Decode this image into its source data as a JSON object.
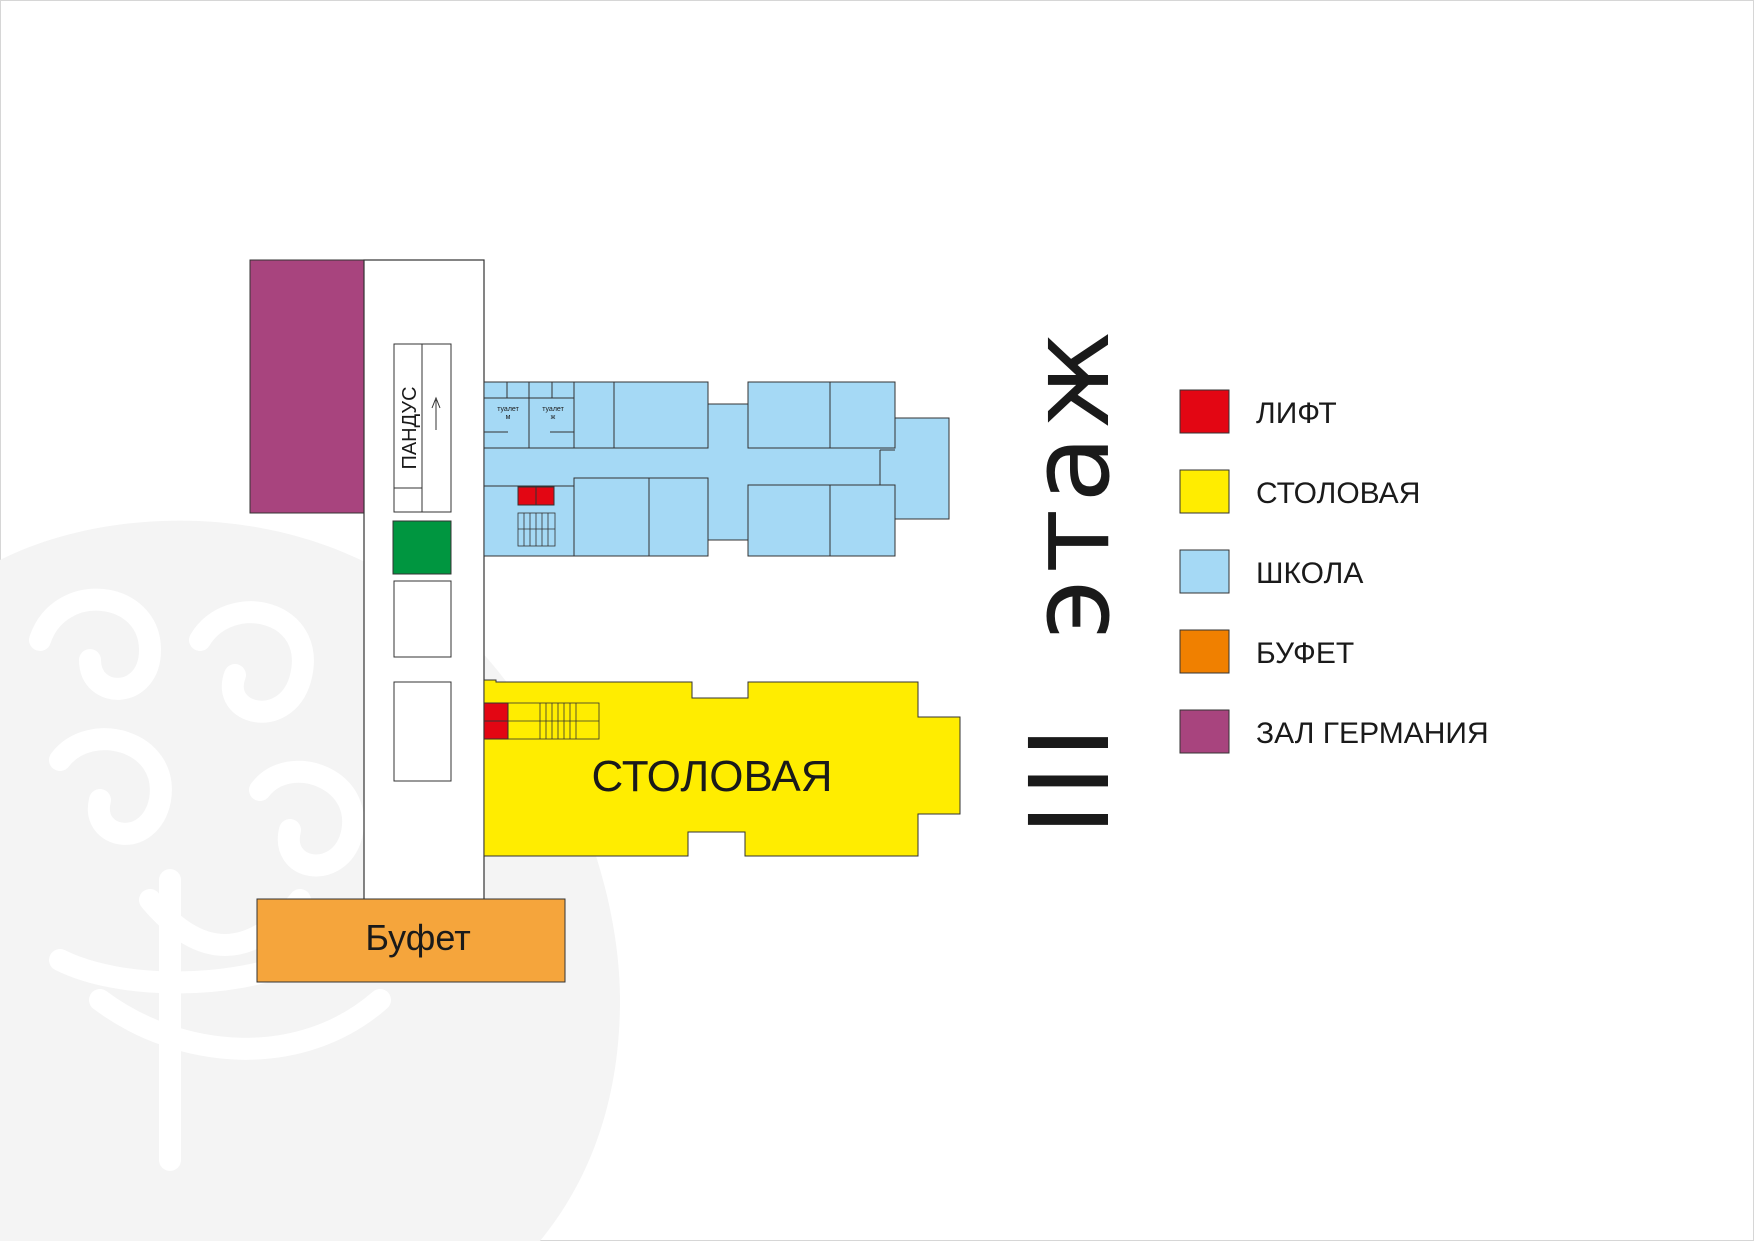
{
  "map": {
    "floor_number": "III",
    "floor_word": "этаж",
    "zones": {
      "hall_germany": {
        "color": "#a8447e"
      },
      "school": {
        "color": "#a5d9f5"
      },
      "canteen": {
        "label": "СТОЛОВАЯ",
        "color": "#ffed00"
      },
      "buffet": {
        "label": "Буфет",
        "color": "#f5a53c"
      },
      "lift": {
        "color": "#e30613"
      },
      "green_block": {
        "color": "#009640"
      }
    },
    "ramp_label": "ПАНДУС",
    "toilet_m": {
      "label": "туалет",
      "sign": "м"
    },
    "toilet_w": {
      "label": "туалет",
      "sign": "ж"
    }
  },
  "legend": [
    {
      "label": "ЛИФТ",
      "color": "#e30613"
    },
    {
      "label": "СТОЛОВАЯ",
      "color": "#ffed00"
    },
    {
      "label": "ШКОЛА",
      "color": "#a5d9f5"
    },
    {
      "label": "БУФЕТ",
      "color": "#f08000"
    },
    {
      "label": "ЗАЛ ГЕРМАНИЯ",
      "color": "#a8447e"
    }
  ]
}
